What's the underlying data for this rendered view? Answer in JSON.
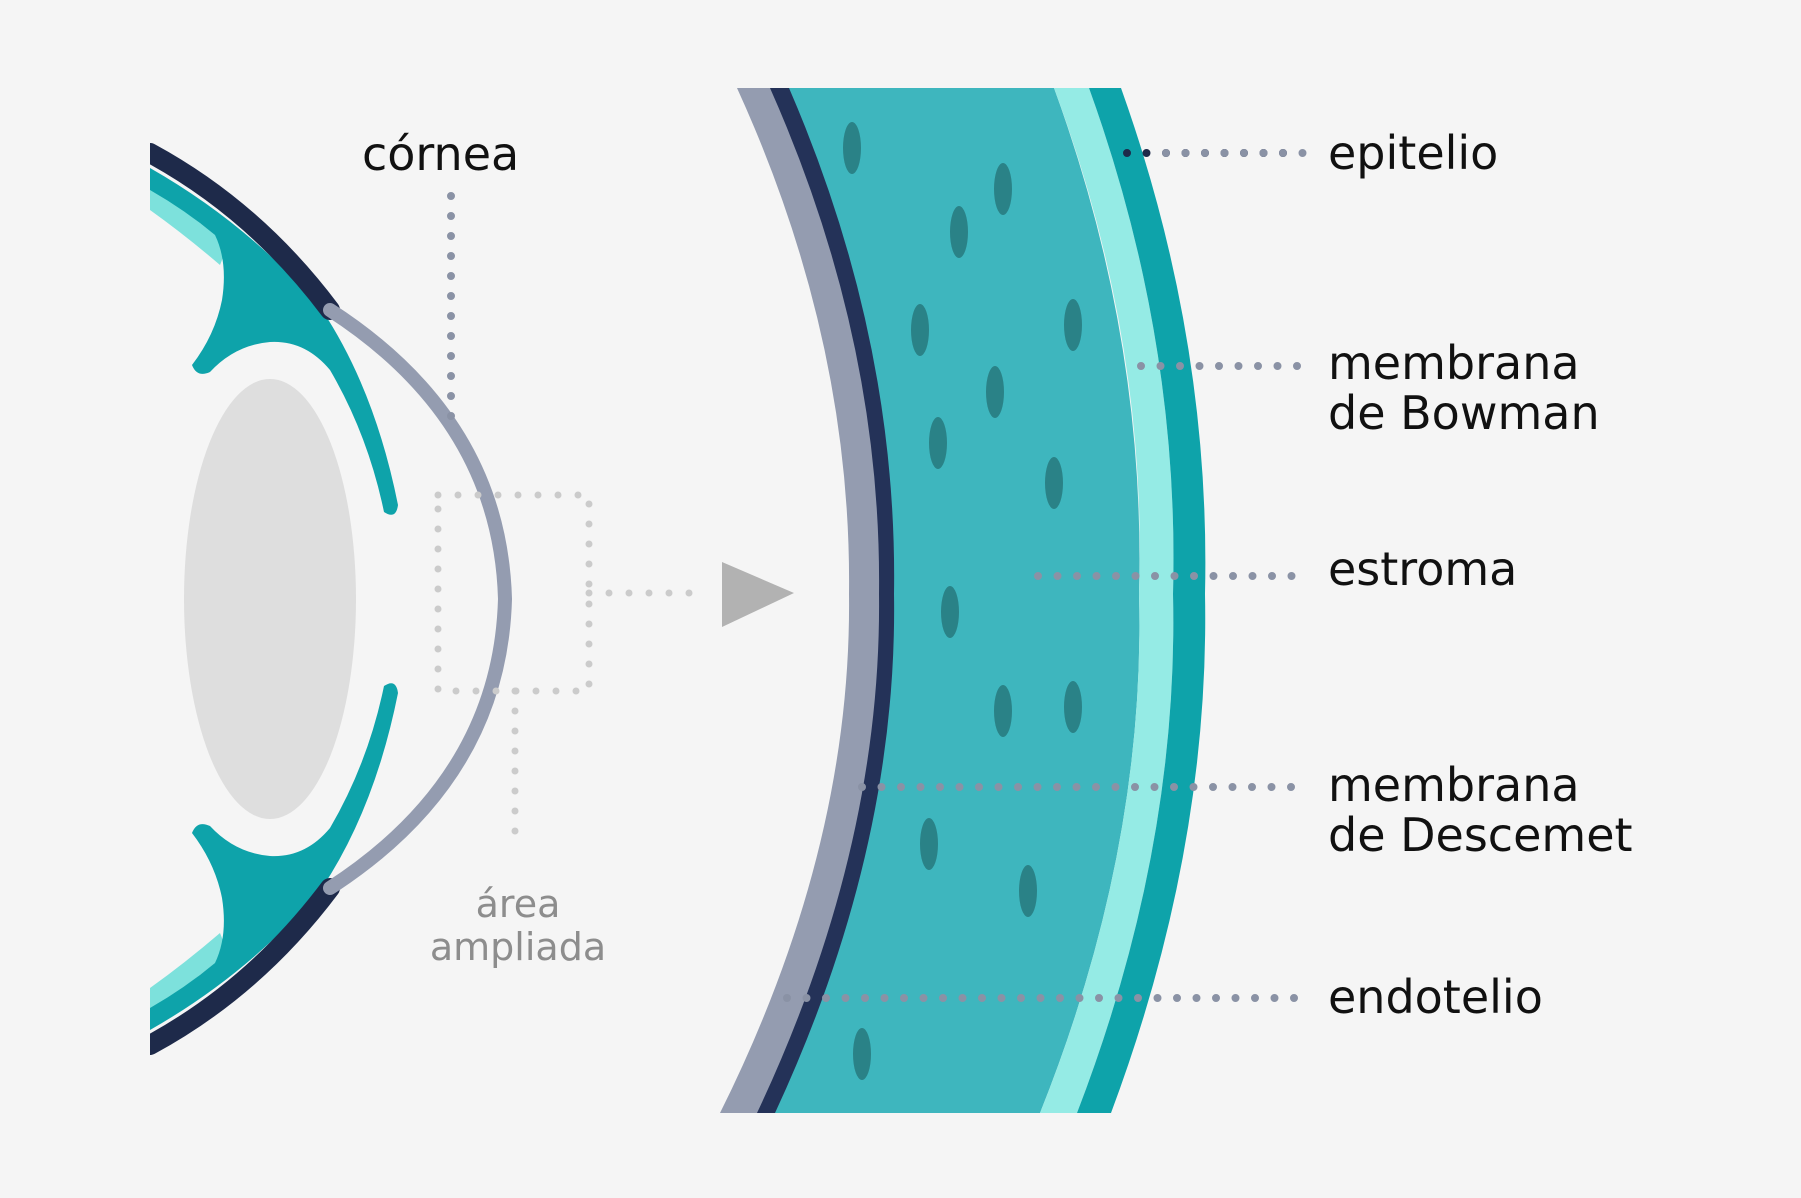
{
  "labels": {
    "cornea": "córnea",
    "area_line1": "área",
    "area_line2": "ampliada",
    "epitelio": "epitelio",
    "bowman_line1": "membrana",
    "bowman_line2": "de Bowman",
    "estroma": "estroma",
    "descemet_line1": "membrana",
    "descemet_line2": "de Descemet",
    "endotelio": "endotelio"
  },
  "colors": {
    "background": "#f5f5f5",
    "dark_navy": "#1e2a4a",
    "teal": "#0ea3aa",
    "light_teal": "#7de1dc",
    "pale_teal": "#95ebe5",
    "stroma": "#3eb6be",
    "cell": "#2a8287",
    "gray_blue": "#949cb0",
    "lens_gray": "#dedede",
    "arrow_gray": "#b2b2b2",
    "dotted_leader": "#8a92a5",
    "dotted_light": "#cbcbcb"
  }
}
